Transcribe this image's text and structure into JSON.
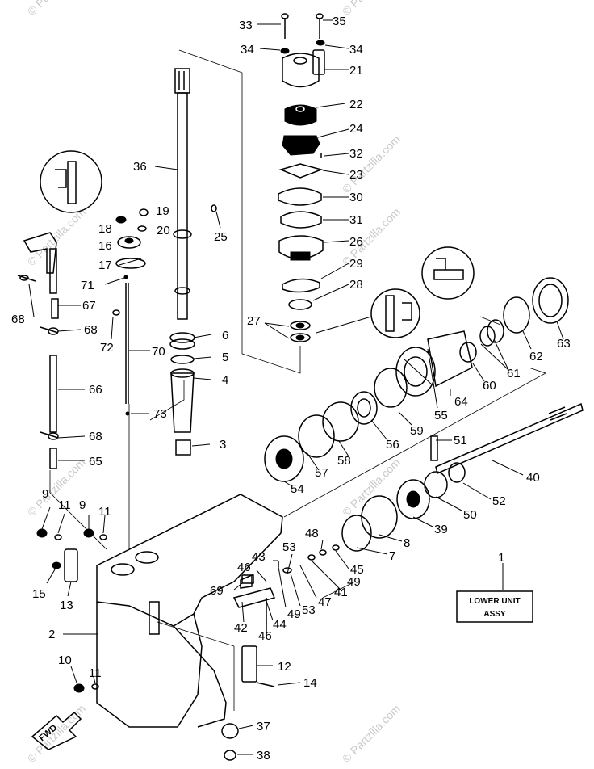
{
  "watermark": "© Partzilla.com",
  "assembly_box": {
    "line1": "LOWER UNIT",
    "line2": "ASSY",
    "number": "1"
  },
  "fwd_label": "FWD",
  "callouts": {
    "c33": "33",
    "c35": "35",
    "c34a": "34",
    "c34b": "34",
    "c21": "21",
    "c22": "22",
    "c24": "24",
    "c32": "32",
    "c23": "23",
    "c30": "30",
    "c31": "31",
    "c26": "26",
    "c29": "29",
    "c28": "28",
    "c27": "27",
    "c36": "36",
    "c19": "19",
    "c18": "18",
    "c20": "20",
    "c16": "16",
    "c25": "25",
    "c17": "17",
    "c71": "71",
    "c67": "67",
    "c68a": "68",
    "c68b": "68",
    "c68c": "68",
    "c72": "72",
    "c70": "70",
    "c6": "6",
    "c5": "5",
    "c4": "4",
    "c66": "66",
    "c73": "73",
    "c3": "3",
    "c65": "65",
    "c63": "63",
    "c62": "62",
    "c61": "61",
    "c60": "60",
    "c64": "64",
    "c55": "55",
    "c59": "59",
    "c56": "56",
    "c58": "58",
    "c57": "57",
    "c54": "54",
    "c51": "51",
    "c40": "40",
    "c52": "52",
    "c50": "50",
    "c39": "39",
    "c8": "8",
    "c7": "7",
    "c45": "45",
    "c48": "48",
    "c53a": "53",
    "c53b": "53",
    "c49a": "49",
    "c49b": "49",
    "c41": "41",
    "c47": "47",
    "c43": "43",
    "c46a": "46",
    "c46b": "46",
    "c69": "69",
    "c42": "42",
    "c44": "44",
    "c9a": "9",
    "c9b": "9",
    "c11a": "11",
    "c11b": "11",
    "c11c": "11",
    "c15": "15",
    "c13": "13",
    "c2": "2",
    "c10": "10",
    "c12": "12",
    "c14": "14",
    "c37": "37",
    "c38": "38"
  }
}
